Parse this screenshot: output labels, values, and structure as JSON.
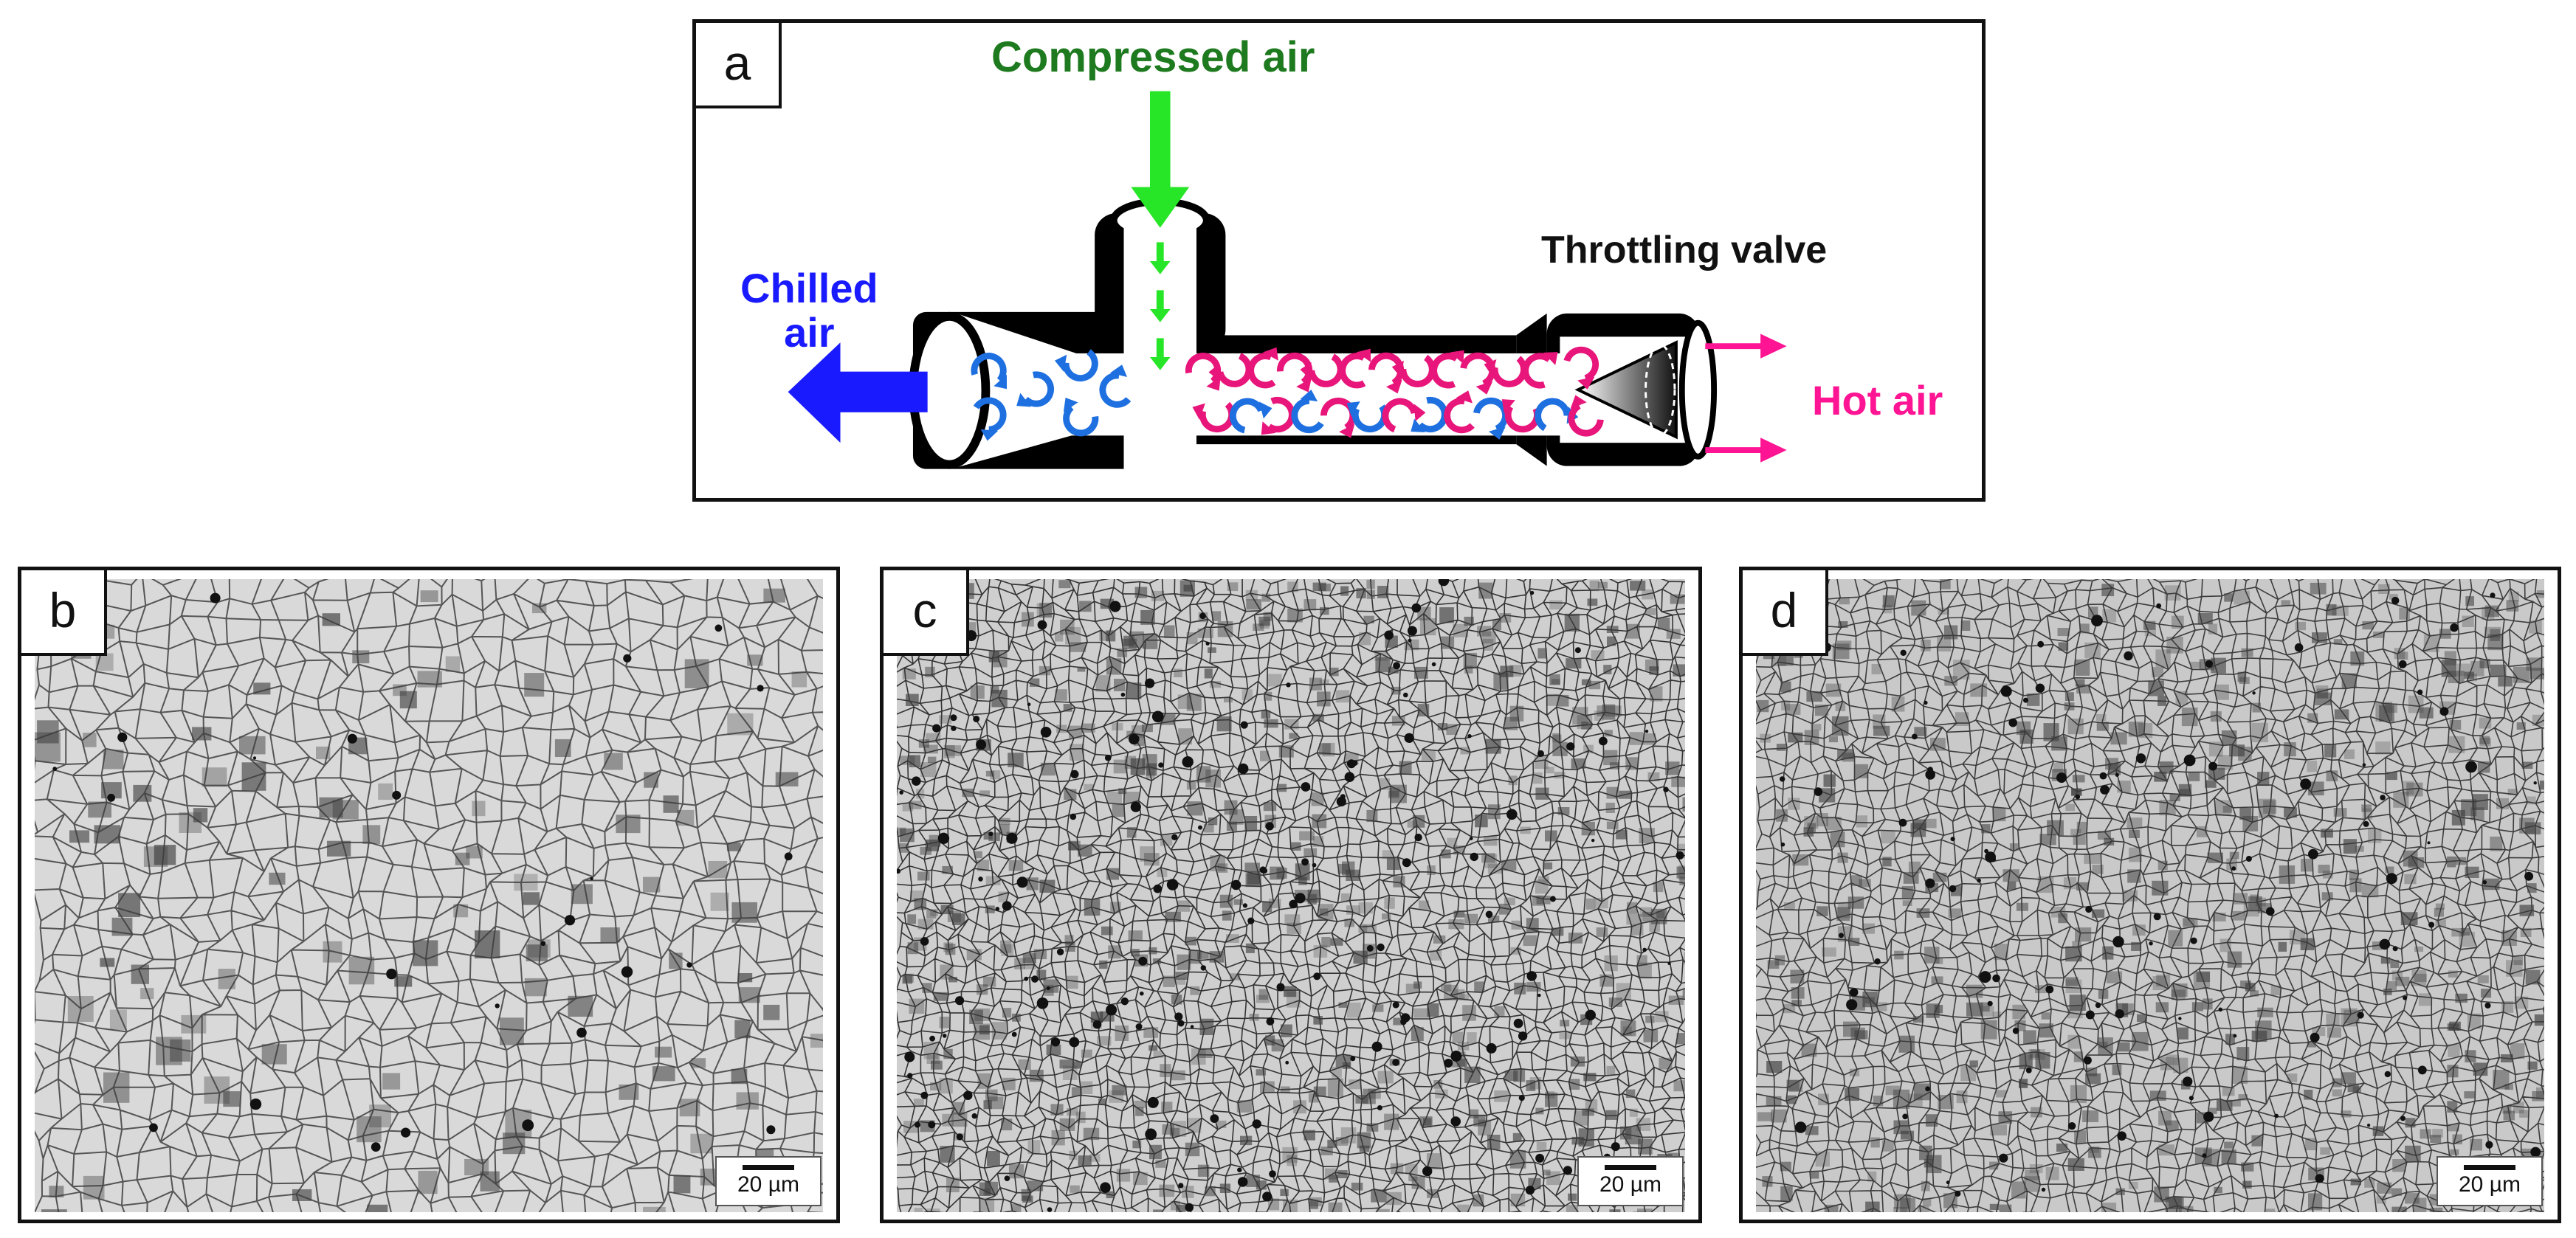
{
  "panel_a": {
    "letter": "a",
    "labels": {
      "compressed_air": "Compressed air",
      "throttling_valve": "Throttling valve",
      "chilled_air_line1": "Chilled",
      "chilled_air_line2": "air",
      "hot_air": "Hot air"
    },
    "colors": {
      "compressed_air": "#1e7a1e",
      "inlet_arrow": "#27e627",
      "chilled_air": "#1a1aff",
      "hot_air": "#ff1493",
      "cold_swirl": "#1e6fe0",
      "hot_swirl": "#e8157a",
      "tube_wall": "#000000"
    }
  },
  "micrographs": [
    {
      "letter": "b",
      "scale_text": "20 µm",
      "grain": "coarse",
      "tone": "light"
    },
    {
      "letter": "c",
      "scale_text": "20 µm",
      "grain": "fine",
      "tone": "high-contrast"
    },
    {
      "letter": "d",
      "scale_text": "20 µm",
      "grain": "fine",
      "tone": "medium"
    }
  ]
}
